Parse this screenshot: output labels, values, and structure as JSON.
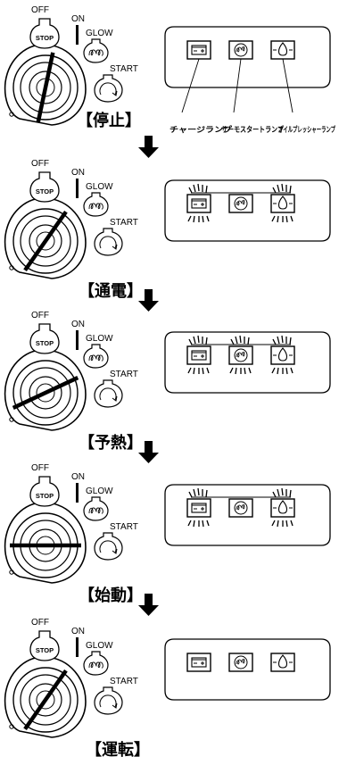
{
  "key_labels": {
    "off": "OFF",
    "on": "ON",
    "stop": "STOP",
    "glow": "GLOW",
    "start": "START"
  },
  "lamp_names": [
    "チャージランプ",
    "サーモスタートランプ",
    "オイルプレッシャーランプ"
  ],
  "states": [
    {
      "label": "【停止】",
      "key_angle_deg": 12,
      "lit": [
        false,
        false,
        false
      ],
      "flow": false
    },
    {
      "label": "【通電】",
      "key_angle_deg": 35,
      "lit": [
        true,
        false,
        true
      ],
      "flow": true
    },
    {
      "label": "【予熱】",
      "key_angle_deg": 65,
      "lit": [
        true,
        true,
        true
      ],
      "flow": true
    },
    {
      "label": "【始動】",
      "key_angle_deg": 90,
      "lit": [
        true,
        false,
        true
      ],
      "flow": true
    },
    {
      "label": "【運転】",
      "key_angle_deg": 35,
      "lit": [
        false,
        false,
        false
      ],
      "flow": false
    }
  ]
}
